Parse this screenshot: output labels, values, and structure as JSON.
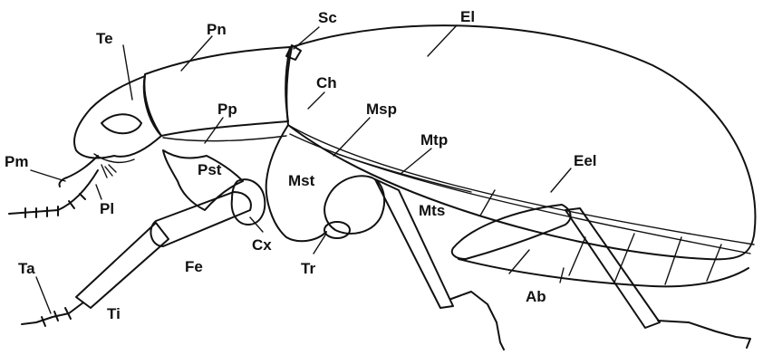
{
  "colors": {
    "ink": "#111111",
    "background": "#ffffff"
  },
  "labels": {
    "te": "Te",
    "pn": "Pn",
    "sc": "Sc",
    "el": "El",
    "ch": "Ch",
    "pp": "Pp",
    "msp": "Msp",
    "mtp": "Mtp",
    "pm": "Pm",
    "pst": "Pst",
    "mst": "Mst",
    "eel": "Eel",
    "pl": "Pl",
    "mts": "Mts",
    "cx": "Cx",
    "fe": "Fe",
    "tr": "Tr",
    "ta": "Ta",
    "ti": "Ti",
    "ab": "Ab"
  }
}
